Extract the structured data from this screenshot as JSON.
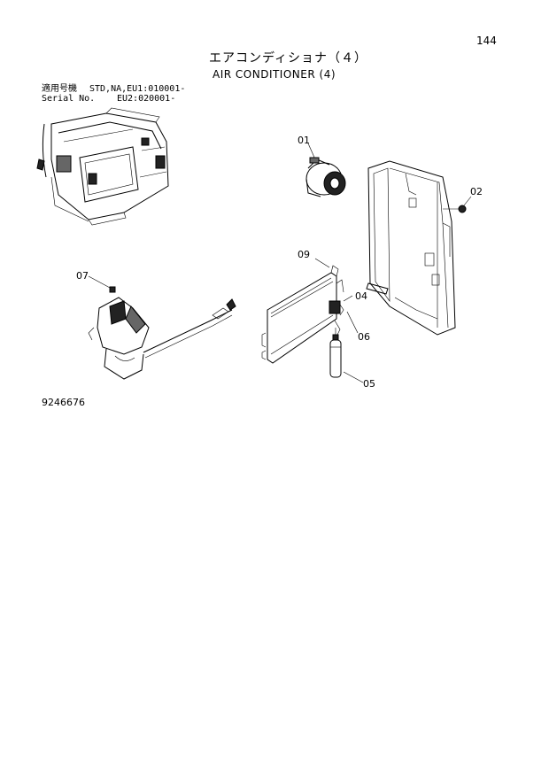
{
  "header": {
    "page_number": "144",
    "title_jp": "エアコンディショナ（４）",
    "title_en": "AIR CONDITIONER (4)"
  },
  "serial": {
    "label_jp": "適用号機",
    "value_line1": "STD,NA,EU1:010001-",
    "label_en": "Serial No.",
    "value_line2": "EU2:020001-"
  },
  "callouts": {
    "c01": "01",
    "c02": "02",
    "c04": "04",
    "c05": "05",
    "c06": "06",
    "c07": "07",
    "c09": "09"
  },
  "footer": {
    "drawing_number": "9246676"
  }
}
